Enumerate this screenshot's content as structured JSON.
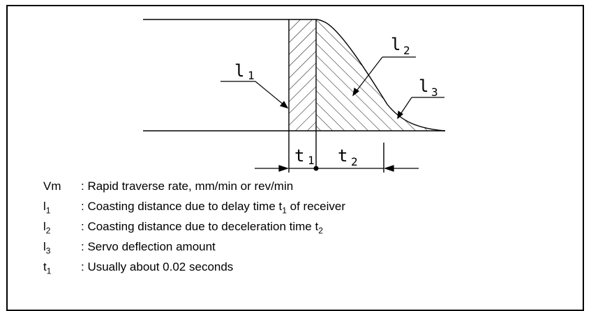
{
  "diagram": {
    "labels": {
      "l1": {
        "main": "l",
        "sub": "1"
      },
      "l2": {
        "main": "l",
        "sub": "2"
      },
      "l3": {
        "main": "l",
        "sub": "3"
      },
      "t1": {
        "main": "t",
        "sub": "1"
      },
      "t2": {
        "main": "t",
        "sub": "2"
      }
    }
  },
  "legend": {
    "rows": [
      {
        "sym": "Vm",
        "sym_sub": "",
        "desc_a": ": Rapid traverse rate, mm/min or rev/min",
        "desc_sub": "",
        "desc_b": ""
      },
      {
        "sym": "l",
        "sym_sub": "1",
        "desc_a": ": Coasting distance due to delay time t",
        "desc_sub": "1",
        "desc_b": " of receiver"
      },
      {
        "sym": "l",
        "sym_sub": "2",
        "desc_a": ": Coasting distance due to deceleration time t",
        "desc_sub": "2",
        "desc_b": ""
      },
      {
        "sym": "l",
        "sym_sub": "3",
        "desc_a": ": Servo deflection amount",
        "desc_sub": "",
        "desc_b": ""
      },
      {
        "sym": "t",
        "sym_sub": "1",
        "desc_a": ": Usually about 0.02 seconds",
        "desc_sub": "",
        "desc_b": ""
      }
    ]
  }
}
